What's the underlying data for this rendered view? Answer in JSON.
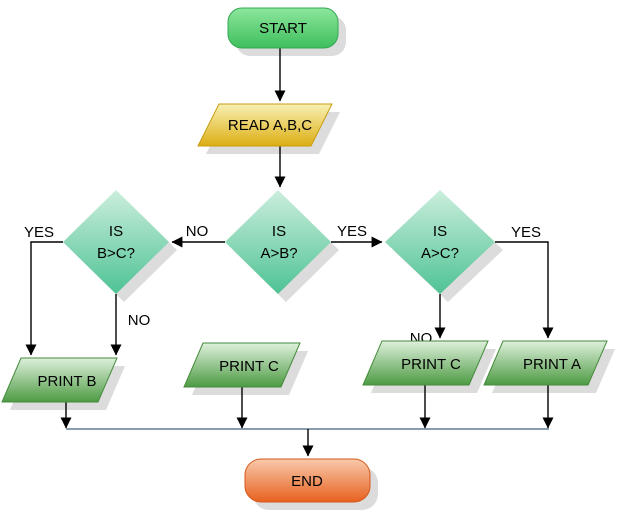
{
  "flowchart": {
    "nodes": {
      "start": {
        "label": "START"
      },
      "read": {
        "label": "READ A,B,C"
      },
      "decision_ab": {
        "line1": "IS",
        "line2": "A>B?"
      },
      "decision_bc": {
        "line1": "IS",
        "line2": "B>C?"
      },
      "decision_ac": {
        "line1": "IS",
        "line2": "A>C?"
      },
      "print_b": {
        "label": "PRINT B"
      },
      "print_c_middle": {
        "label": "PRINT C"
      },
      "print_c_right": {
        "label": "PRINT C"
      },
      "print_a": {
        "label": "PRINT A"
      },
      "end": {
        "label": "END"
      }
    },
    "edge_labels": {
      "bc_yes": "YES",
      "ab_no": "NO",
      "ab_yes": "YES",
      "ac_yes": "YES",
      "bc_no": "NO",
      "ac_no": "NO"
    },
    "colors": {
      "start_top": "#8de79d",
      "start_bottom": "#3ebe5d",
      "read_top": "#f8f1b3",
      "read_bottom": "#dcae14",
      "decision_top": "#cceedd",
      "decision_bottom": "#4ec394",
      "print_top": "#def0dc",
      "print_bottom": "#4d9b43",
      "end_top": "#f9c9ab",
      "end_bottom": "#e7611f",
      "shadow": "#dcdcdc",
      "connector": "#000000",
      "merge_line": "#40607e"
    }
  }
}
